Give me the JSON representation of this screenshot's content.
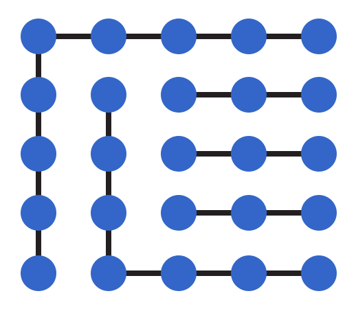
{
  "diagram": {
    "grid": {
      "rows": 5,
      "cols": 5
    },
    "colors": {
      "background": "#ffffff",
      "node_fill": "#3366c8",
      "edge_stroke": "#231f20"
    },
    "nodes": [
      {
        "id": "r0c0",
        "row": 0,
        "col": 0
      },
      {
        "id": "r0c1",
        "row": 0,
        "col": 1
      },
      {
        "id": "r0c2",
        "row": 0,
        "col": 2
      },
      {
        "id": "r0c3",
        "row": 0,
        "col": 3
      },
      {
        "id": "r0c4",
        "row": 0,
        "col": 4
      },
      {
        "id": "r1c0",
        "row": 1,
        "col": 0
      },
      {
        "id": "r1c1",
        "row": 1,
        "col": 1
      },
      {
        "id": "r1c2",
        "row": 1,
        "col": 2
      },
      {
        "id": "r1c3",
        "row": 1,
        "col": 3
      },
      {
        "id": "r1c4",
        "row": 1,
        "col": 4
      },
      {
        "id": "r2c0",
        "row": 2,
        "col": 0
      },
      {
        "id": "r2c1",
        "row": 2,
        "col": 1
      },
      {
        "id": "r2c2",
        "row": 2,
        "col": 2
      },
      {
        "id": "r2c3",
        "row": 2,
        "col": 3
      },
      {
        "id": "r2c4",
        "row": 2,
        "col": 4
      },
      {
        "id": "r3c0",
        "row": 3,
        "col": 0
      },
      {
        "id": "r3c1",
        "row": 3,
        "col": 1
      },
      {
        "id": "r3c2",
        "row": 3,
        "col": 2
      },
      {
        "id": "r3c3",
        "row": 3,
        "col": 3
      },
      {
        "id": "r3c4",
        "row": 3,
        "col": 4
      },
      {
        "id": "r4c0",
        "row": 4,
        "col": 0
      },
      {
        "id": "r4c1",
        "row": 4,
        "col": 1
      },
      {
        "id": "r4c2",
        "row": 4,
        "col": 2
      },
      {
        "id": "r4c3",
        "row": 4,
        "col": 3
      },
      {
        "id": "r4c4",
        "row": 4,
        "col": 4
      }
    ],
    "edges": [
      [
        "r0c0",
        "r0c1"
      ],
      [
        "r0c1",
        "r0c2"
      ],
      [
        "r0c2",
        "r0c3"
      ],
      [
        "r0c3",
        "r0c4"
      ],
      [
        "r0c0",
        "r1c0"
      ],
      [
        "r1c0",
        "r2c0"
      ],
      [
        "r2c0",
        "r3c0"
      ],
      [
        "r3c0",
        "r4c0"
      ],
      [
        "r1c1",
        "r2c1"
      ],
      [
        "r2c1",
        "r3c1"
      ],
      [
        "r3c1",
        "r4c1"
      ],
      [
        "r4c1",
        "r4c2"
      ],
      [
        "r4c2",
        "r4c3"
      ],
      [
        "r4c3",
        "r4c4"
      ],
      [
        "r1c2",
        "r1c3"
      ],
      [
        "r1c3",
        "r1c4"
      ],
      [
        "r2c2",
        "r2c3"
      ],
      [
        "r2c3",
        "r2c4"
      ],
      [
        "r3c2",
        "r3c3"
      ],
      [
        "r3c3",
        "r3c4"
      ]
    ]
  }
}
